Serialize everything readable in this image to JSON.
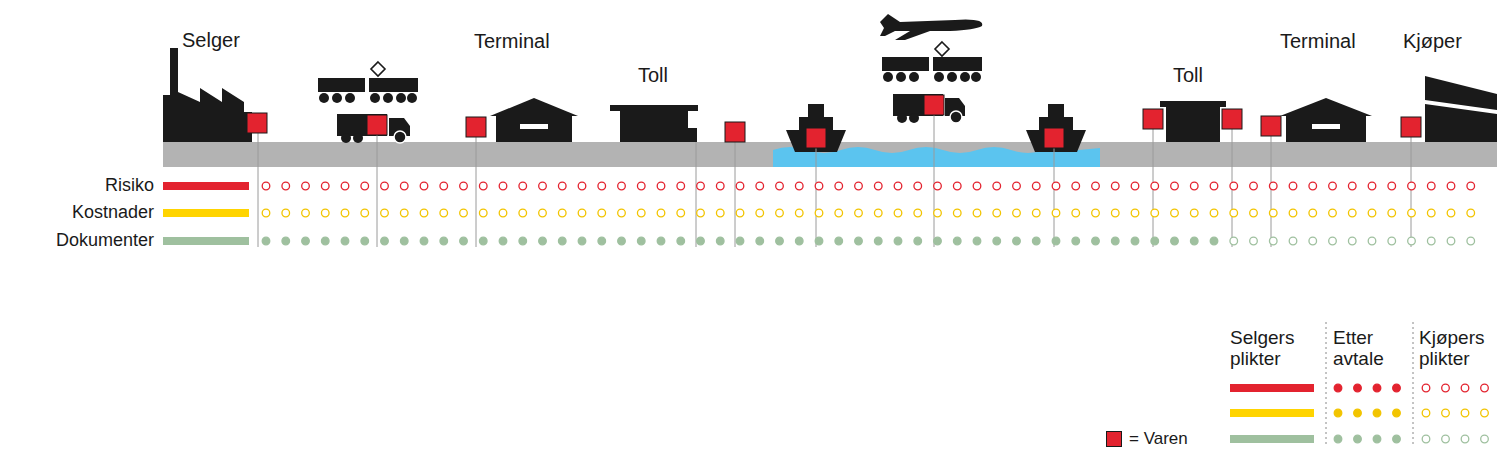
{
  "diagram": {
    "labels": [
      "Selger",
      "Terminal",
      "Toll",
      "Toll",
      "Terminal",
      "Kjøper",
      "Risiko",
      "Kostnader",
      "Dokumenter"
    ],
    "legend": [
      {
        "text": "Selgers plikter"
      },
      {
        "text": "Etter avtale"
      },
      {
        "text": "Kjøpers plikter"
      },
      {
        "text": "= Varen",
        "color": "#e3232f"
      }
    ]
  }
}
